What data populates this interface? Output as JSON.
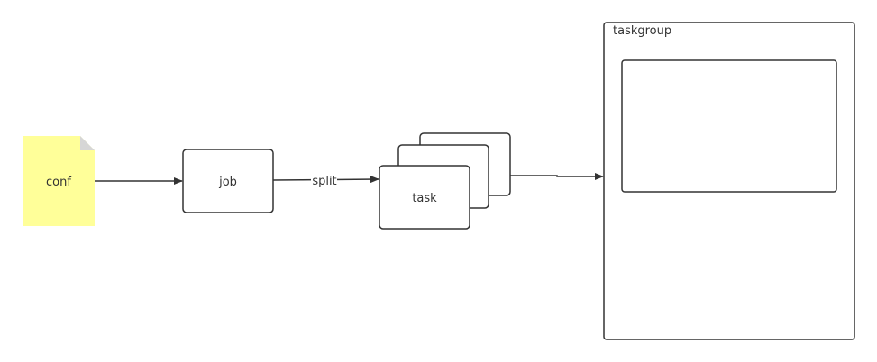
{
  "nodes": {
    "conf": {
      "label": "conf",
      "fill": "#ffff99",
      "fold_color": "#d6d6d6"
    },
    "job": {
      "label": "job"
    },
    "task": {
      "label": "task"
    },
    "taskgroup": {
      "label": "taskgroup"
    }
  },
  "edges": {
    "job_to_task": {
      "label": "split"
    }
  },
  "colors": {
    "stroke": "#333333",
    "text": "#333333"
  }
}
